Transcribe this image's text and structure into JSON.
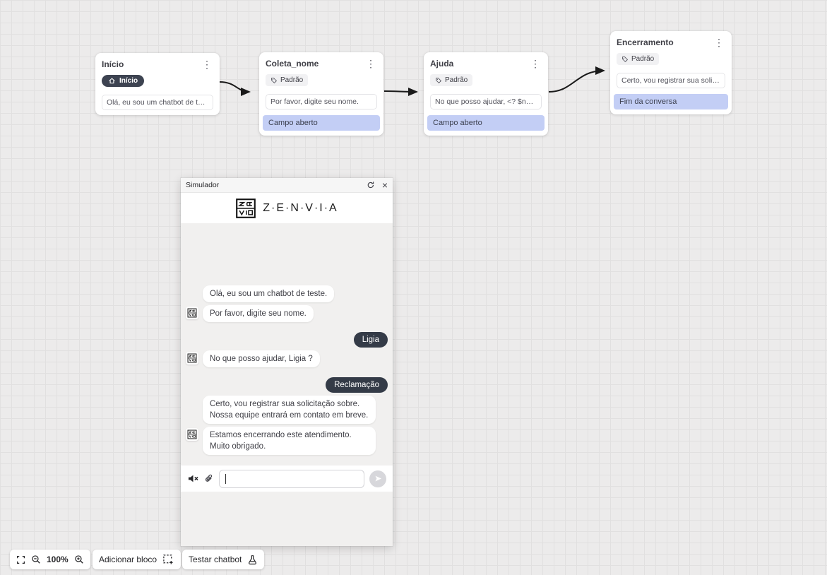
{
  "canvas": {
    "nodes": [
      {
        "title": "Início",
        "badge": "Início",
        "message": "Olá, eu sou um chatbot de teste."
      },
      {
        "title": "Coleta_nome",
        "tag": "Padrão",
        "message": "Por favor, digite seu nome.",
        "footer": "Campo aberto"
      },
      {
        "title": "Ajuda",
        "tag": "Padrão",
        "message": "No que posso ajudar, <? $name ...",
        "footer": "Campo aberto"
      },
      {
        "title": "Encerramento",
        "tag": "Padrão",
        "message": "Certo, vou registrar sua solicitaç...",
        "footer": "Fim da conversa"
      }
    ]
  },
  "simulator": {
    "title": "Simulador",
    "brand": "Z·E·N·V·I·A",
    "messages": [
      {
        "from": "bot",
        "text": "Olá, eu sou um chatbot de teste."
      },
      {
        "from": "bot",
        "text": "Por favor, digite seu nome."
      },
      {
        "from": "user",
        "text": "Ligia"
      },
      {
        "from": "bot",
        "text": "No que posso ajudar, Ligia ?"
      },
      {
        "from": "user",
        "text": "Reclamação"
      },
      {
        "from": "bot",
        "text": "Certo, vou registrar sua solicitação sobre. Nossa equipe entrará em contato em breve."
      },
      {
        "from": "bot",
        "text": "Estamos encerrando este atendimento. Muito obrigado."
      }
    ],
    "input_value": ""
  },
  "toolbar": {
    "zoom_level": "100%",
    "add_block": "Adicionar bloco",
    "test_chatbot": "Testar chatbot"
  },
  "icons": {
    "kebab_menu": "⋮",
    "close": "×"
  },
  "colors": {
    "accent_lavender": "#c3cef5",
    "badge_dark": "#3d4351",
    "user_bubble": "#343b47",
    "arrow": "#1a1a1a"
  }
}
